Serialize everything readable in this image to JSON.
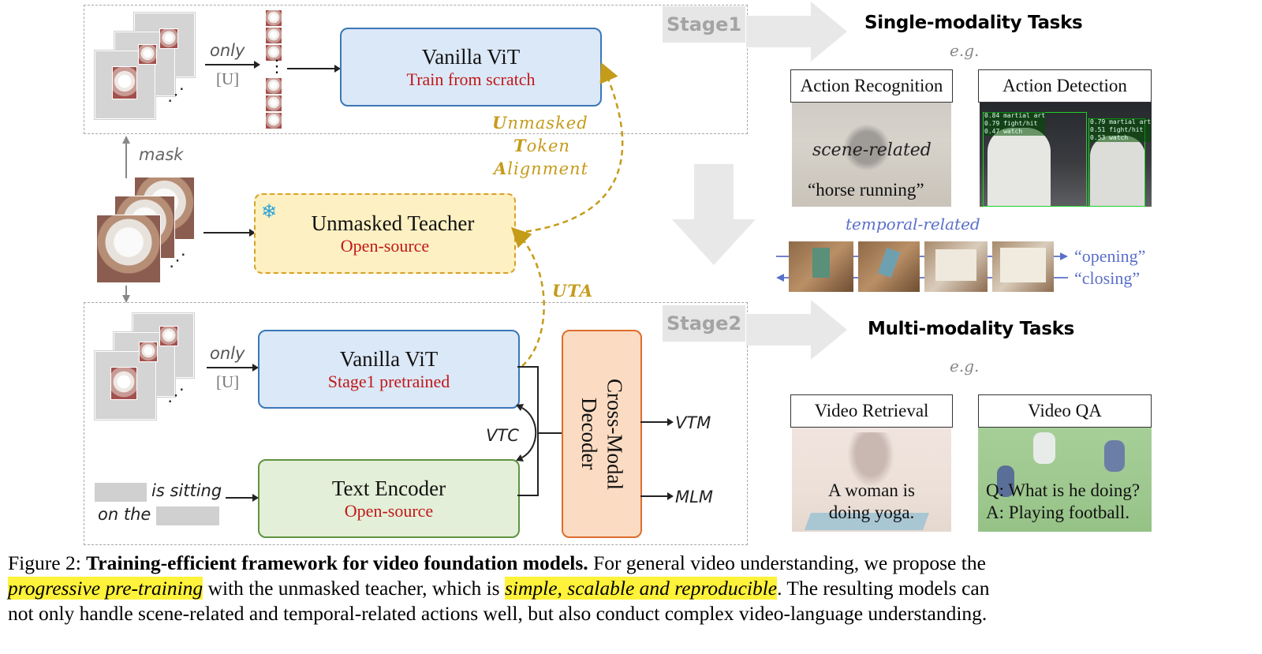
{
  "stage1": {
    "label": "Stage1",
    "only_label": "only",
    "u_label": "[U]",
    "vit_title": "Vanilla ViT",
    "vit_sub": "Train from scratch",
    "ellipsis": "⋮",
    "dots": "⋰"
  },
  "middle": {
    "mask_label": "mask",
    "teacher_title": "Unmasked Teacher",
    "teacher_sub": "Open-source",
    "snowflake": "❄",
    "uta_full": [
      "Unmasked",
      "Token",
      "Alignment"
    ],
    "uta_initials": [
      "U",
      "T",
      "A"
    ],
    "uta_rest": [
      "nmasked",
      "oken",
      "lignment"
    ],
    "uta_short": "UTA"
  },
  "stage2": {
    "label": "Stage2",
    "only_label": "only",
    "u_label": "[U]",
    "vit_title": "Vanilla ViT",
    "vit_sub": "Stage1 pretrained",
    "text_title": "Text Encoder",
    "text_sub": "Open-source",
    "decoder_label": "Cross-Modal Decoder",
    "decoder_line1": "Cross-Modal",
    "decoder_line2": "Decoder",
    "vtc": "VTC",
    "vtm": "VTM",
    "mlm": "MLM",
    "sentence_part1": "is sitting",
    "sentence_part2": "on the"
  },
  "single": {
    "heading": "Single-modality Tasks",
    "eg": "e.g.",
    "action_recognition": "Action Recognition",
    "action_detection": "Action Detection",
    "scene_related": "scene-related",
    "horse_running": "“horse running”",
    "temporal_related": "temporal-related",
    "opening": "“opening”",
    "closing": "“closing”",
    "det_labels": [
      "0.84 martial art",
      "0.79 fight/hit",
      "0.47 watch",
      "0.79 martial art",
      "0.51 fight/hit",
      "0.53 watch"
    ]
  },
  "multi": {
    "heading": "Multi-modality Tasks",
    "eg": "e.g.",
    "video_retrieval": "Video Retrieval",
    "video_qa": "Video QA",
    "retrieval_text_1": "A woman is",
    "retrieval_text_2": "doing yoga.",
    "qa_text_1": "Q: What is he doing?",
    "qa_text_2": "A: Playing football."
  },
  "caption": {
    "label": "Figure 2:",
    "bold": "Training-efficient framework for video foundation models.",
    "part1": " For general video understanding, we propose the",
    "hl1": "progressive pre-training",
    "part2": " with the unmasked teacher, which is ",
    "hl2": "simple, scalable and reproducible",
    "part3": ". The resulting models can",
    "line3": "not only handle scene-related and temporal-related actions well, but also conduct complex video-language understanding."
  },
  "colors": {
    "vit_fill": "#dbe8f7",
    "vit_border": "#3a77b8",
    "teacher_fill": "#fdf0c2",
    "teacher_border": "#d9a12a",
    "text_fill": "#e3efd8",
    "text_border": "#5f9442",
    "decoder_fill": "#fbdcc3",
    "decoder_border": "#dc6d2d",
    "red_sub": "#c01818",
    "uta_gold": "#c59b1a",
    "blue_temporal": "#5a6fc9",
    "highlight": "#fff23a"
  }
}
